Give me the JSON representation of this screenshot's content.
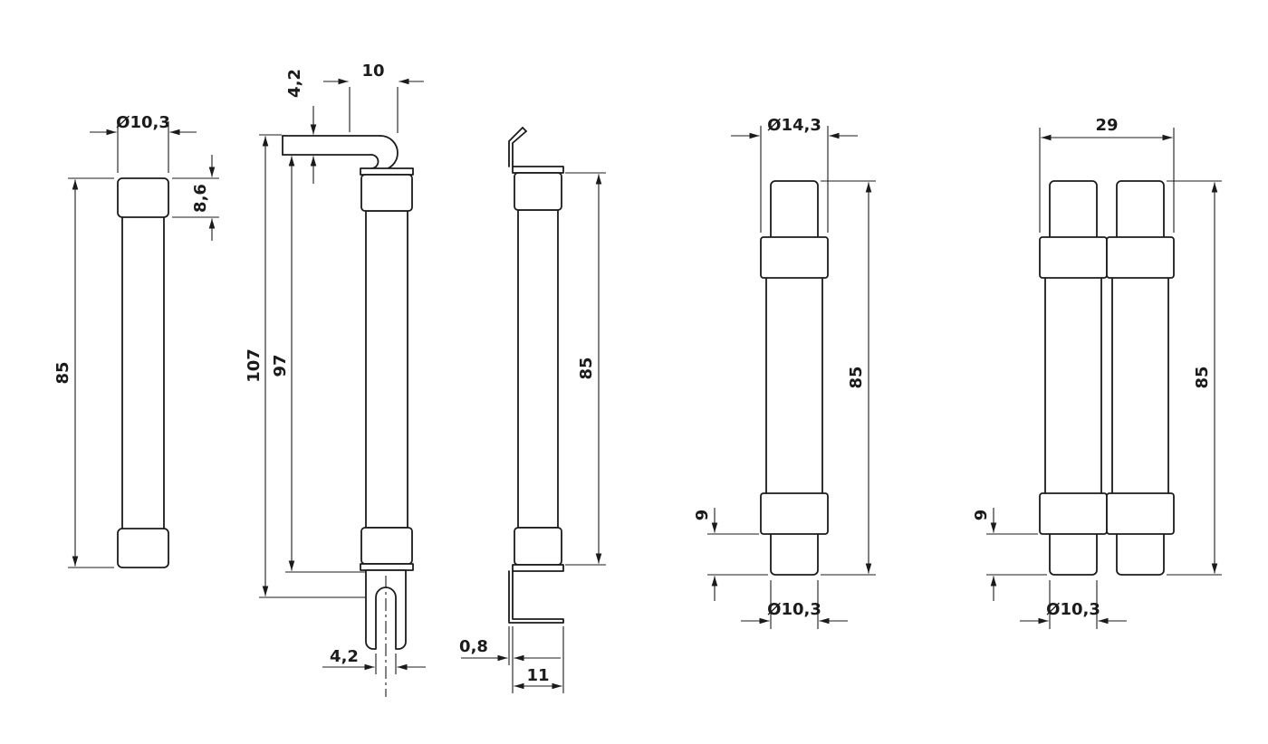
{
  "drawing": {
    "background": "#ffffff",
    "line_color": "#1b1b1b",
    "views": [
      {
        "id": "cylindrical-fuse-front",
        "labels": {
          "diameter": "Ø10,3",
          "cap_height": "8,6",
          "length": "85"
        }
      },
      {
        "id": "fuse-with-tags-front",
        "labels": {
          "hook_width": "10",
          "tag_thickness": "4,2",
          "overall_length": "107",
          "fixing_centers": "97",
          "slot_width": "4,2"
        }
      },
      {
        "id": "fuse-with-tags-side",
        "labels": {
          "length": "85",
          "material_thickness": "0,8",
          "tab_depth": "11"
        }
      },
      {
        "id": "enlarged-body-fuse-front",
        "labels": {
          "body_diameter": "Ø14,3",
          "length": "85",
          "tip_length": "9",
          "tip_diameter": "Ø10,3"
        }
      },
      {
        "id": "twin-fuse-front",
        "labels": {
          "overall_width": "29",
          "length": "85",
          "tip_length": "9",
          "tip_diameter": "Ø10,3"
        }
      }
    ]
  }
}
